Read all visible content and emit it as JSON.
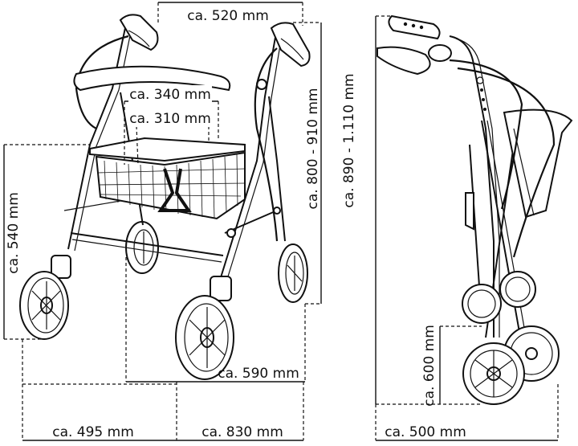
{
  "dimensions": {
    "width_top": "ca. 520 mm",
    "seat_width_outer": "ca. 340 mm",
    "seat_width_inner": "ca. 310 mm",
    "handle_height": "ca. 800 - 910 mm",
    "seat_height": "ca. 540 mm",
    "inner_depth": "ca. 590 mm",
    "width_bottom": "ca. 495 mm",
    "length": "ca. 830 mm",
    "folded_height": "ca. 890 - 1.110 mm",
    "folded_wheel_height": "ca. 600 mm",
    "folded_depth": "ca. 500 mm"
  }
}
